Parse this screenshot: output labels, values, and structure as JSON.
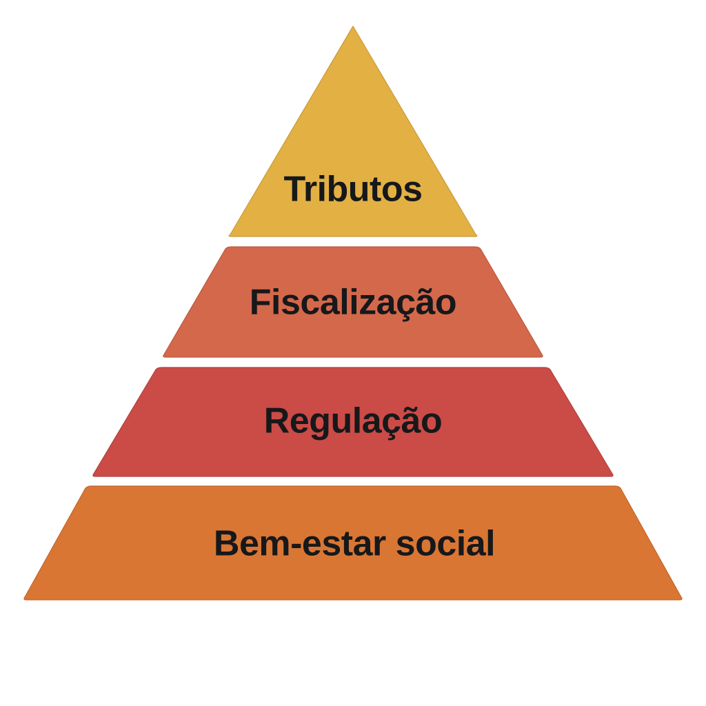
{
  "diagram": {
    "type": "pyramid",
    "background_color": "#ffffff",
    "label_text_color": "#17181a",
    "orientation": "apex-top",
    "tier_count": 4,
    "tiers": [
      {
        "index": 1,
        "position": "top",
        "label": "Tributos",
        "fill_color": "#E3B043",
        "stroke_color": "#C99A37",
        "shape": "triangle",
        "font_size": 52
      },
      {
        "index": 2,
        "position": "upper-middle",
        "label": "Fiscalização",
        "fill_color": "#D4684B",
        "stroke_color": "#BB5A40",
        "shape": "trapezoid",
        "font_size": 52
      },
      {
        "index": 3,
        "position": "lower-middle",
        "label": "Regulação",
        "fill_color": "#CB4B47",
        "stroke_color": "#B2403D",
        "shape": "trapezoid",
        "font_size": 52
      },
      {
        "index": 4,
        "position": "base",
        "label": "Bem-estar social",
        "fill_color": "#D97634",
        "stroke_color": "#C0662C",
        "shape": "trapezoid",
        "font_size": 52
      }
    ]
  }
}
